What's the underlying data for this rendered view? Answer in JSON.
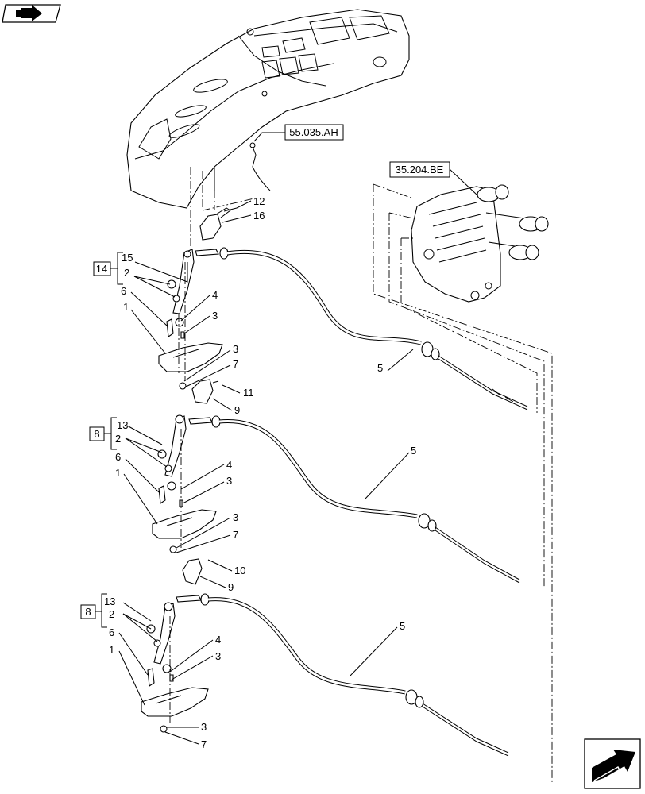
{
  "nav": {
    "prev_icon": "book-back-arrow-icon",
    "next_icon": "next-page-arrow-icon"
  },
  "references": {
    "ref_top": "55.035.AH",
    "ref_valve": "35.204.BE"
  },
  "groups": {
    "group_a": "14",
    "group_b": "8",
    "group_c": "8"
  },
  "callouts": {
    "c12": "12",
    "c16": "16",
    "c15": "15",
    "c2a": "2",
    "c6a": "6",
    "c1a": "1",
    "c4a": "4",
    "c3a": "3",
    "c3b": "3",
    "c7a": "7",
    "c11": "11",
    "c9a": "9",
    "c5a": "5",
    "c13a": "13",
    "c2b": "2",
    "c6b": "6",
    "c1b": "1",
    "c4b": "4",
    "c3c": "3",
    "c3d": "3",
    "c7b": "7",
    "c10": "10",
    "c9b": "9",
    "c5b": "5",
    "c13b": "13",
    "c2c": "2",
    "c6c": "6",
    "c1c": "1",
    "c4c": "4",
    "c3e": "3",
    "c3f": "3",
    "c7c": "7",
    "c5c": "5"
  }
}
